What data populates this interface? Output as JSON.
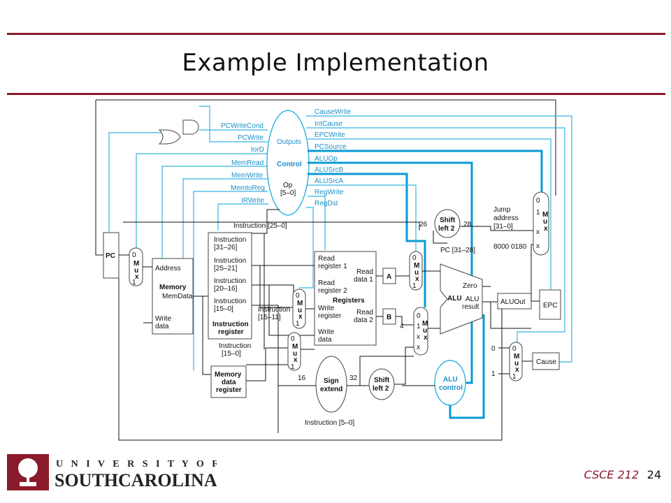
{
  "title": "Example Implementation",
  "footer": {
    "course": "CSCE 212",
    "page": "24"
  },
  "logo": {
    "line1": "U N I V E R S I T Y   O F",
    "line2": "SOUTHCAROLINA."
  },
  "control": {
    "outputs": "Outputs",
    "name": "Control",
    "op": "Op",
    "op_range": "[5–0]",
    "left_signals": [
      "PCWriteCond",
      "PCWrite",
      "IorD",
      "MemRead",
      "MemWrite",
      "MemtoReg",
      "IRWrite"
    ],
    "right_signals": [
      "CauseWrite",
      "IntCause",
      "EPCWrite",
      "PCSource",
      "ALUOp",
      "ALUSrcB",
      "ALUSrcA",
      "RegWrite",
      "RegDst"
    ]
  },
  "labels": {
    "pc": "PC",
    "address": "Address",
    "memory": "Memory",
    "memdata": "MemData",
    "write": "Write",
    "data": "data",
    "ir_2521": "Instruction [25–0]",
    "ir_3126": [
      "Instruction",
      "[31–26]"
    ],
    "ir_2521b": [
      "Instruction",
      "[25–21]"
    ],
    "ir_2016": [
      "Instruction",
      "[20–16]"
    ],
    "ir_150": [
      "Instruction",
      "[15–0]"
    ],
    "ir_reg": [
      "Instruction",
      "register"
    ],
    "ir_150b": [
      "Instruction",
      "[15–0]"
    ],
    "ir_1511": [
      "Instruction",
      "[15–11]"
    ],
    "mdr": [
      "Memory",
      "data",
      "register"
    ],
    "read_reg1": [
      "Read",
      "register 1"
    ],
    "read_reg2": [
      "Read",
      "register 2"
    ],
    "write_reg": [
      "Write",
      "register"
    ],
    "write_data": [
      "Write",
      "data"
    ],
    "read_data1": [
      "Read",
      "data 1"
    ],
    "read_data2": [
      "Read",
      "data 2"
    ],
    "registers": "Registers",
    "a": "A",
    "b": "B",
    "sign_extend": [
      "Sign",
      "extend"
    ],
    "shift_left2": [
      "Shift",
      "left 2"
    ],
    "n16": "16",
    "n32": "32",
    "n26": "26",
    "n28": "28",
    "n4": "4",
    "n0": "0",
    "n1": "1",
    "pc_3128": "PC [31–28]",
    "jump": [
      "Jump",
      "address",
      "[31–0]"
    ],
    "const": "8000 0180",
    "alu": "ALU",
    "zero": "Zero",
    "alu_result": [
      "ALU",
      "result"
    ],
    "aluout": "ALUOut",
    "epc": "EPC",
    "cause": "Cause",
    "alu_control": [
      "ALU",
      "control"
    ],
    "ir_50": "Instruction [5–0]",
    "mux": [
      "M",
      "u",
      "x"
    ]
  }
}
